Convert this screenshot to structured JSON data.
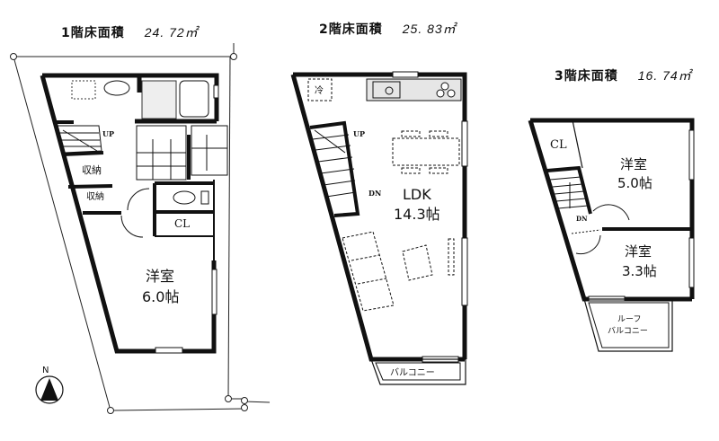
{
  "floors": [
    {
      "title": "1階床面積",
      "area": "24. 72㎡",
      "rooms": [
        {
          "name": "洋室",
          "size": "6.0帖"
        },
        {
          "name": "CL"
        },
        {
          "name": "収納"
        },
        {
          "name": "収納"
        }
      ],
      "stairs_label": "UP"
    },
    {
      "title": "2階床面積",
      "area": "25. 83㎡",
      "rooms": [
        {
          "name": "LDK",
          "size": "14.3帖"
        },
        {
          "name": "バルコニー"
        },
        {
          "name": "冷"
        }
      ],
      "stairs_up": "UP",
      "stairs_down": "DN"
    },
    {
      "title": "3階床面積",
      "area": "16. 74㎡",
      "rooms": [
        {
          "name": "洋室",
          "size": "5.0帖"
        },
        {
          "name": "洋室",
          "size": "3.3帖"
        },
        {
          "name": "CL"
        },
        {
          "name": "ルーフ"
        },
        {
          "name": "バルコニー"
        }
      ],
      "stairs_down": "DN"
    }
  ],
  "compass": {
    "label": "N"
  }
}
